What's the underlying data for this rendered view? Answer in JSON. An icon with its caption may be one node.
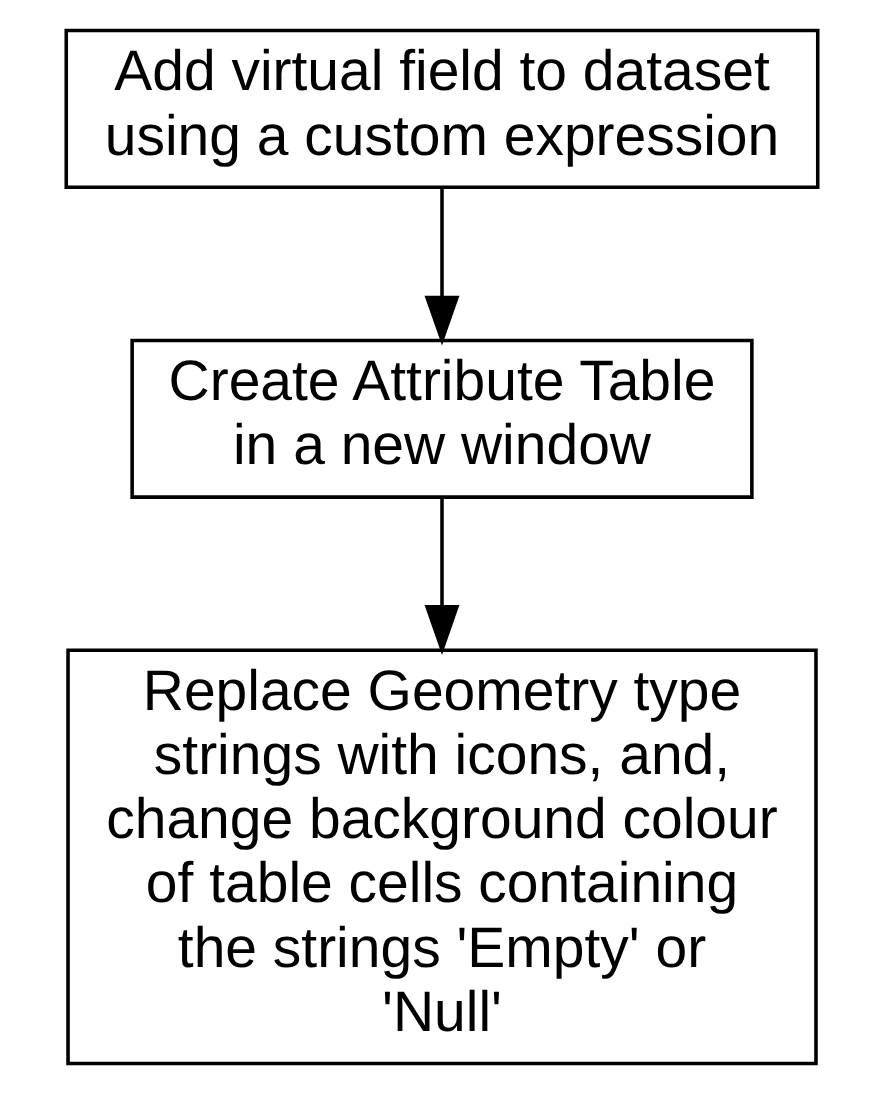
{
  "diagram": {
    "nodes": [
      {
        "text": [
          "Add virtual field to dataset using a custom expression"
        ]
      },
      {
        "text": [
          "Create Attribute Table in a new window"
        ]
      },
      {
        "text": [
          "Replace Geometry type strings with icons, and, change background colour of table cells containing the strings 'Empty' or 'Null'"
        ]
      }
    ],
    "edges": [
      {
        "from": 0,
        "to": 1,
        "arrow": "to"
      },
      {
        "from": 1,
        "to": 2,
        "arrow": "to"
      }
    ]
  }
}
